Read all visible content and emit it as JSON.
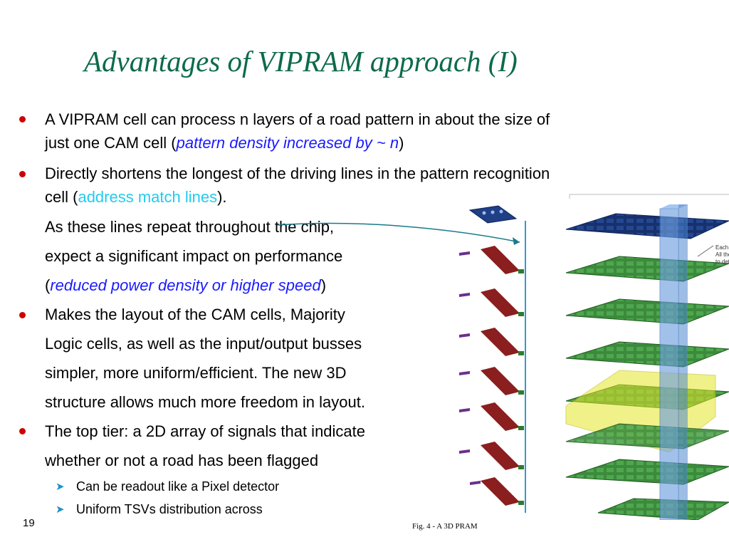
{
  "slide": {
    "title": "Advantages of VIPRAM approach (I)",
    "number": "19",
    "figure_caption": "Fig. 4 -  A 3D PRAM"
  },
  "bullets": {
    "b1": {
      "line1": "A VIPRAM cell can process n layers of a road pattern in about the size of",
      "line2_pre": "just one CAM cell (",
      "line2_em": "pattern density increased by ~ n",
      "line2_post": ")"
    },
    "b2": {
      "line1": "Directly shortens the longest of the driving lines in the pattern recognition",
      "line2_pre": "cell (",
      "line2_em": "address match lines",
      "line2_post": ").",
      "line3": "As these lines repeat throughout the chip,",
      "line4": "expect a significant impact on performance",
      "line5_pre": "(",
      "line5_em": "reduced power density or higher speed",
      "line5_post": ")"
    },
    "b3": {
      "line1": "Makes the layout of the CAM cells, Majority",
      "line2": "Logic cells, as well as the input/output busses",
      "line3": "simpler, more uniform/efficient. The new 3D",
      "line4": "structure allows much more freedom in layout."
    },
    "b4": {
      "line1": "The top tier: a 2D array of signals that indicate",
      "line2": "whether or not a road has been flagged"
    },
    "subs": [
      "Can be readout like a Pixel detector",
      "Uniform TSVs distribution across"
    ]
  },
  "figure_labels": {
    "l1": "Each",
    "l2": "All the",
    "l3": "to det"
  },
  "colors": {
    "title": "#0d6b4a",
    "bullet": "#cc0000",
    "emphasis_blue": "#1a1aff",
    "emphasis_cyan": "#22ccee",
    "layer_green": "#3a8a3a",
    "layer_top": "#1c3f8c",
    "highlight_yellow": "#e6e62a",
    "tsv_blue": "#6fa0e0"
  }
}
